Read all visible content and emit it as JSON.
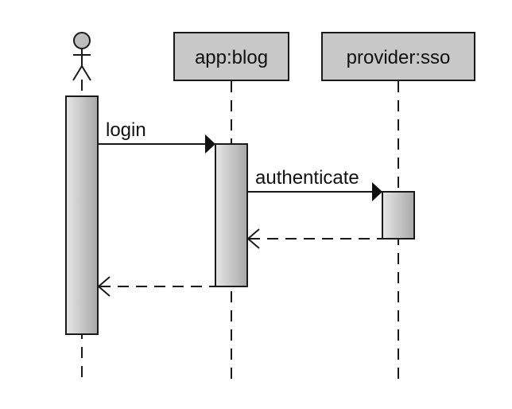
{
  "diagram": {
    "participants": [
      {
        "id": "user",
        "kind": "actor",
        "label": ""
      },
      {
        "id": "app",
        "kind": "box",
        "label": "app:blog"
      },
      {
        "id": "sso",
        "kind": "box",
        "label": "provider:sso"
      }
    ],
    "messages": [
      {
        "from": "user",
        "to": "app",
        "label": "login",
        "style": "sync"
      },
      {
        "from": "app",
        "to": "sso",
        "label": "authenticate",
        "style": "sync"
      },
      {
        "from": "sso",
        "to": "app",
        "label": "",
        "style": "return"
      },
      {
        "from": "app",
        "to": "user",
        "label": "",
        "style": "return"
      }
    ],
    "colors": {
      "activation_light": "#e6e6e6",
      "activation_dark": "#a8a8a8",
      "box_fill": "#c8c8c8",
      "stroke": "#1a1a1a",
      "actor_head": "#bdbdbd"
    }
  }
}
